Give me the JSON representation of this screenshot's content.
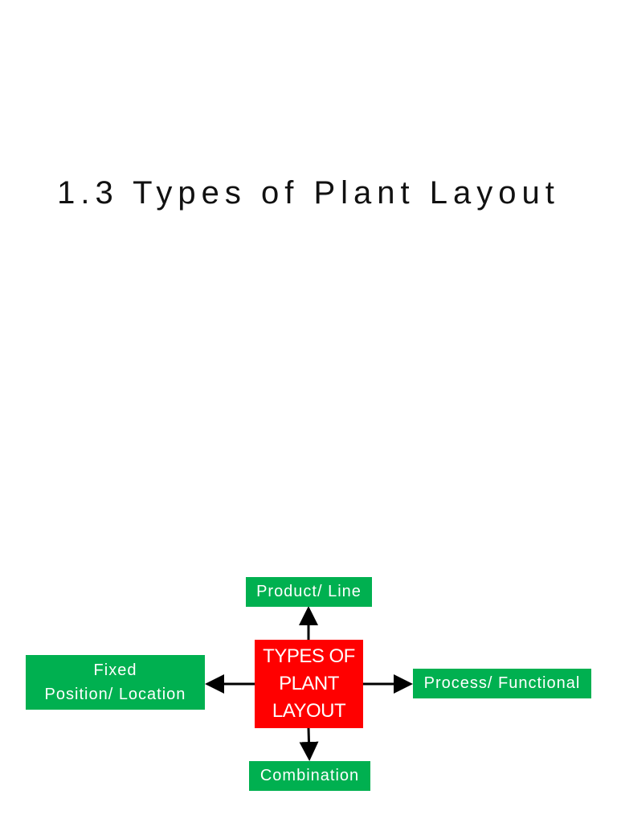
{
  "title": "1.3 Types of Plant Layout",
  "colors": {
    "center": "#ff0000",
    "branch": "#00b050",
    "text": "#ffffff",
    "arrow": "#000000"
  },
  "diagram": {
    "center": {
      "lines": [
        "TYPES OF",
        "PLANT",
        "LAYOUT"
      ]
    },
    "top": {
      "label": "Product/ Line"
    },
    "left": {
      "lines": [
        "Fixed",
        "Position/ Location"
      ]
    },
    "right": {
      "label": "Process/ Functional"
    },
    "bottom": {
      "label": "Combination"
    }
  }
}
